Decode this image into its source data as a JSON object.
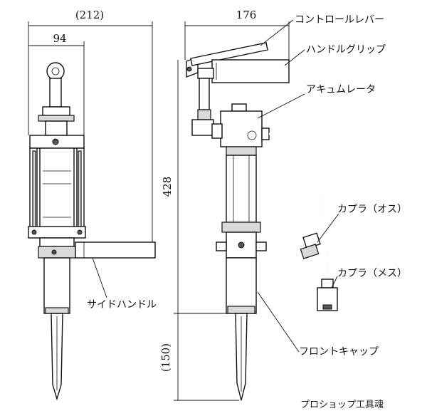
{
  "dimensions": {
    "overall_width": "(212)",
    "side_width": "94",
    "front_width": "176",
    "height": "428",
    "tool_length": "(150)"
  },
  "labels": {
    "control_lever": "コントロールレバー",
    "handle_grip": "ハンドルグリップ",
    "accumulator": "アキュムレータ",
    "coupler_male": "カプラ（オス）",
    "coupler_female": "カプラ（メス）",
    "side_handle": "サイドハンドル",
    "front_cap": "フロントキャップ"
  },
  "watermark": "プロショップ工具魂"
}
